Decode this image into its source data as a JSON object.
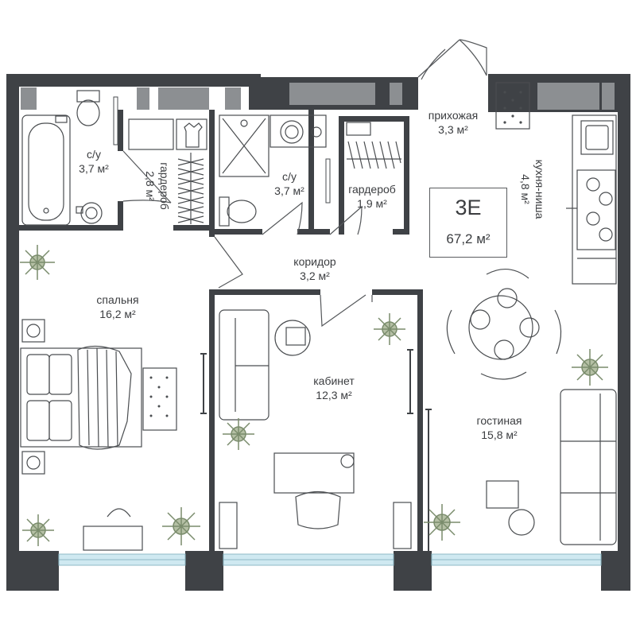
{
  "apartment": {
    "type_code": "3Е",
    "total_area": "67,2 м²"
  },
  "rooms": [
    {
      "id": "bathroom-1",
      "name": "с/у",
      "area": "3,7 м²"
    },
    {
      "id": "wardrobe-1",
      "name": "гардероб",
      "area": "2,8 м²"
    },
    {
      "id": "bathroom-2",
      "name": "с/у",
      "area": "3,7 м²"
    },
    {
      "id": "wardrobe-2",
      "name": "гардероб",
      "area": "1,9 м²"
    },
    {
      "id": "hallway",
      "name": "прихожая",
      "area": "3,3 м²"
    },
    {
      "id": "kitchen-niche",
      "name": "кухня-ниша",
      "area": "4,8 м²"
    },
    {
      "id": "corridor",
      "name": "коридор",
      "area": "3,2 м²"
    },
    {
      "id": "bedroom",
      "name": "спальня",
      "area": "16,2 м²"
    },
    {
      "id": "study",
      "name": "кабинет",
      "area": "12,3 м²"
    },
    {
      "id": "living-room",
      "name": "гостиная",
      "area": "15,8 м²"
    }
  ],
  "colors": {
    "wall": "#3f4246",
    "window_frame": "#6d7073",
    "window_glass": "#cfe9f1",
    "furniture": "#4a4d50",
    "plant": "#7a8c6c",
    "text": "#3b3d40"
  }
}
